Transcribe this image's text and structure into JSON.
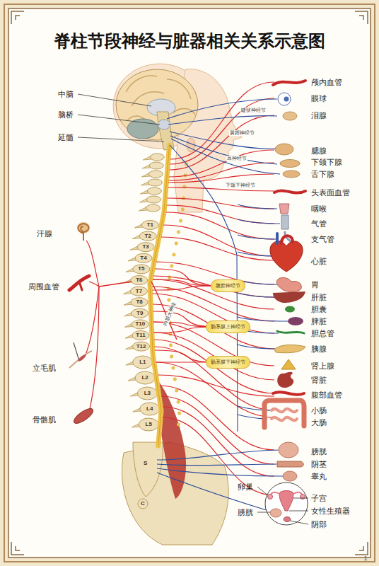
{
  "diagram": {
    "title": "脊柱节段神经与脏器相关关系示意图",
    "nodes": [
      {
        "text": [
          "腹腔神经节"
        ]
      },
      {
        "text": [
          "肠系膜上神经节"
        ]
      },
      {
        "text": [
          "肠系膜下神经节"
        ]
      }
    ],
    "labels": [
      "中脑",
      "脑桥",
      "延髓",
      "颅内血管",
      "眼球",
      "睫状神经节",
      "泪腺",
      "翼腭神经节",
      "腮腺",
      "耳神经节",
      "下颌下腺",
      "舌下腺",
      "下颌下神经节",
      "头表面血管",
      "咽喉",
      "气管",
      "支气管",
      "汗腺",
      "心脏",
      "周围血管",
      "胃",
      "内脏大神经",
      "肝脏",
      "胆囊",
      "脾脏",
      "胆总管",
      "胰腺",
      "肾上腺",
      "立毛肌",
      "肾脏",
      "腹部血管",
      "小肠",
      "大肠",
      "骨骼肌",
      "膀胱",
      "阴茎",
      "睾丸",
      "卵巢",
      "子宫",
      "女性生殖器",
      "膀胱",
      "阴部",
      "T1",
      "T2",
      "T3",
      "T4",
      "T5",
      "T6",
      "T7",
      "T8",
      "T9",
      "T10",
      "T11",
      "T12",
      "L1",
      "L2",
      "L3",
      "L4",
      "L5",
      "S",
      "C",
      "1"
    ]
  }
}
